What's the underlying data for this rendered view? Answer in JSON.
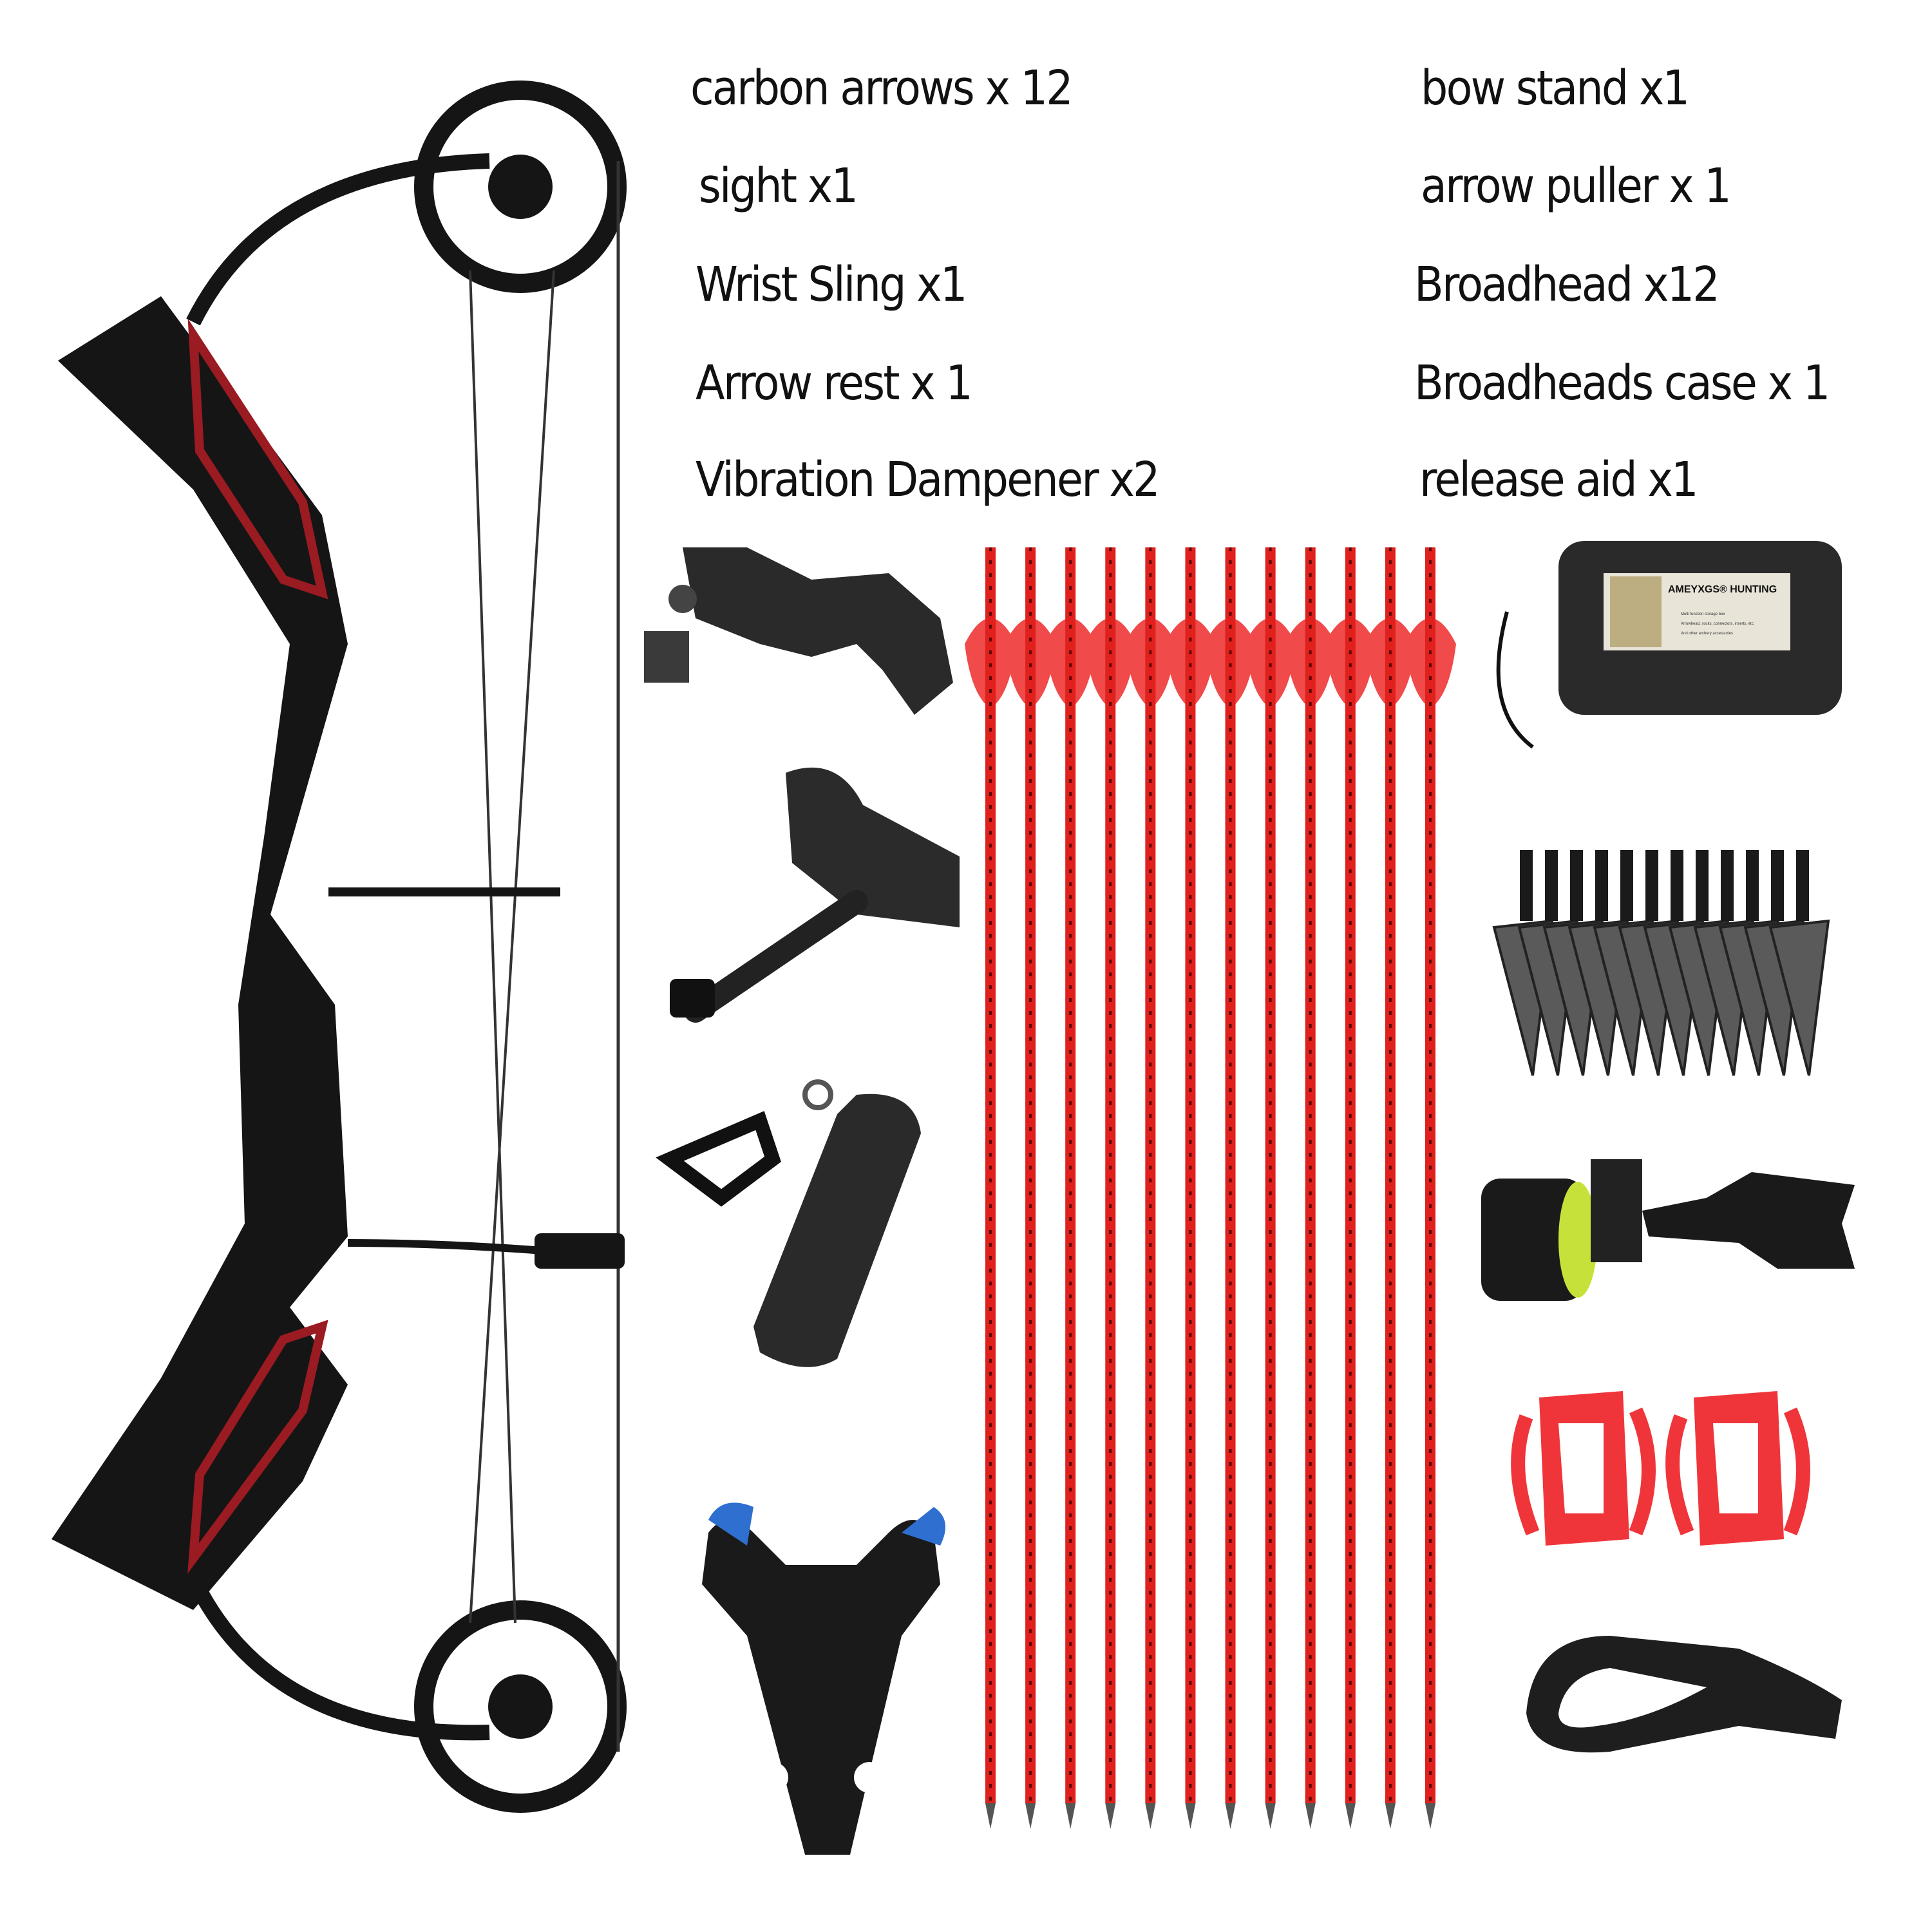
{
  "contents": {
    "left_column": [
      {
        "label": "carbon arrows x 12"
      },
      {
        "label": "sight x1"
      },
      {
        "label": "Wrist Sling x1"
      },
      {
        "label": "Arrow rest x 1"
      },
      {
        "label": "Vibration Dampener x2"
      }
    ],
    "right_column": [
      {
        "label": "bow stand x1"
      },
      {
        "label": "arrow puller x 1"
      },
      {
        "label": "Broadhead x12"
      },
      {
        "label": "Broadheads case x 1"
      },
      {
        "label": "release aid x1"
      }
    ]
  },
  "case_label": {
    "brand": "AMEYXGS® HUNTING",
    "line1": "Multi function storage box",
    "line2": "Arrowhead, socks, connectors, inserts, etc.",
    "line3": "And other archery accessories"
  },
  "arrows": {
    "count": 12,
    "shaft_color": "#e0201c",
    "fletch_color": "#f04a4a"
  },
  "broadheads": {
    "count": 12
  },
  "colors": {
    "bow_black": "#151515",
    "bow_accent": "#9a1b22",
    "dampener_red": "#f0353a",
    "stand_blue": "#2f6fd0"
  }
}
